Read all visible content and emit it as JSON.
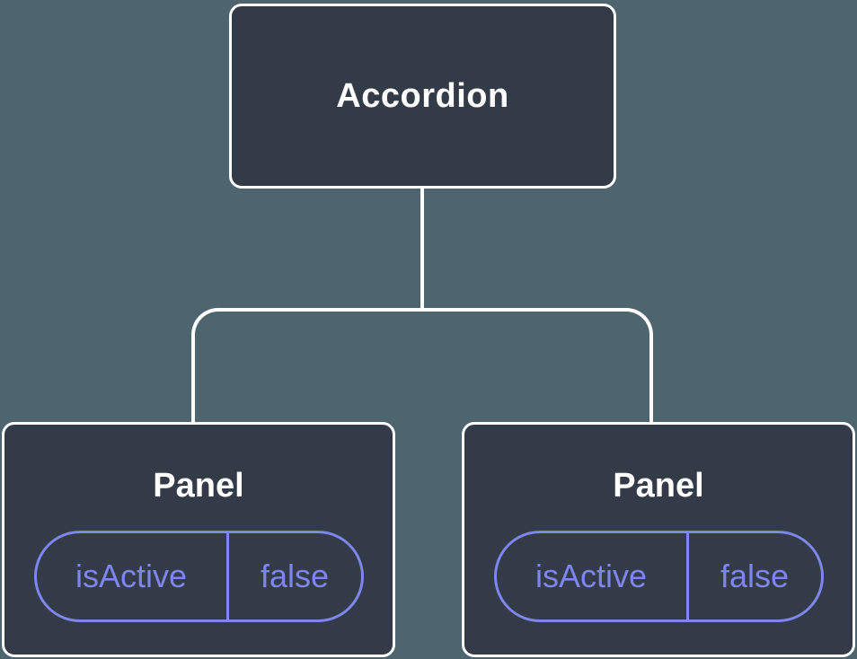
{
  "colors": {
    "bg": "#4e646e",
    "node": "#343b48",
    "line": "#ffffff",
    "accent": "#7e85ec",
    "text": "#ffffff"
  },
  "diagram": {
    "root": {
      "label": "Accordion"
    },
    "children": [
      {
        "label": "Panel",
        "props": [
          {
            "name": "isActive",
            "value": "false"
          }
        ]
      },
      {
        "label": "Panel",
        "props": [
          {
            "name": "isActive",
            "value": "false"
          }
        ]
      }
    ]
  }
}
